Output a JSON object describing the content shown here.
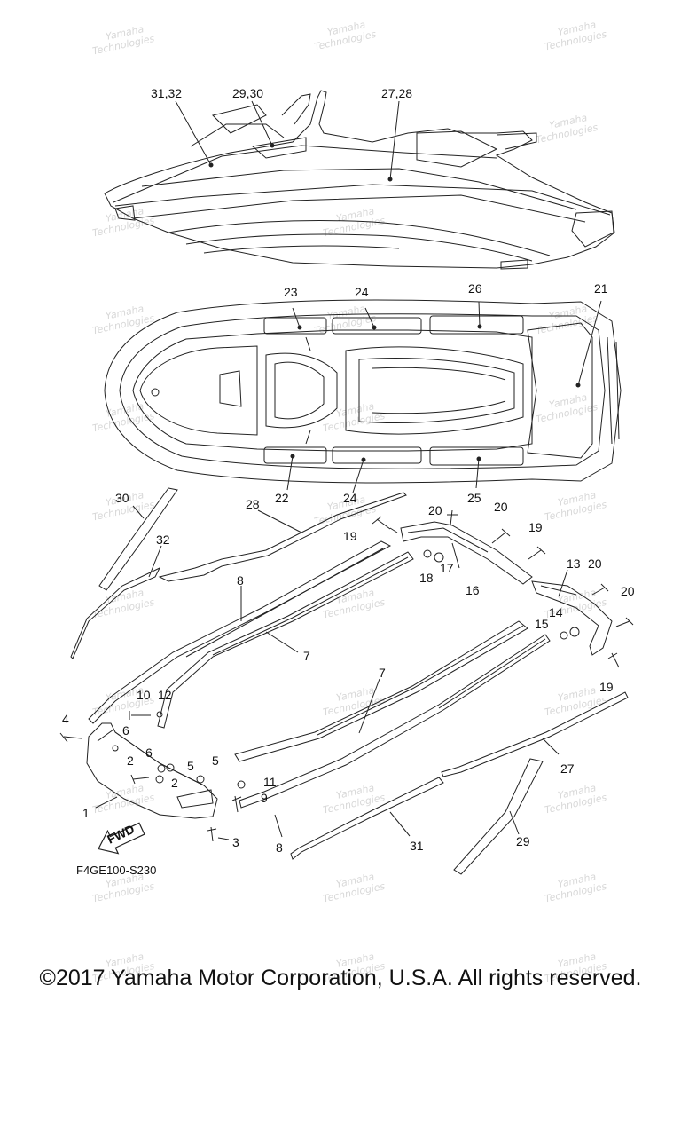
{
  "diagram": {
    "drawing_code": "F4GE100-S230",
    "fwd_label": "FWD",
    "watermark_line1": "Yamaha",
    "watermark_line2": "Technologies",
    "callouts": {
      "top_31_32": "31,32",
      "top_29_30": "29,30",
      "top_27_28": "27,28",
      "mat_23": "23",
      "mat_24_top": "24",
      "mat_26": "26",
      "mat_21": "21",
      "mat_22": "22",
      "mat_24_bottom": "24",
      "mat_25": "25",
      "p30": "30",
      "p28": "28",
      "p32": "32",
      "p8_upper": "8",
      "p7_upper": "7",
      "p20_a": "20",
      "p20_b": "20",
      "p19_a": "19",
      "p19_b": "19",
      "p18": "18",
      "p17": "17",
      "p16": "16",
      "p13": "13",
      "p20_c": "20",
      "p20_d": "20",
      "p14": "14",
      "p15": "15",
      "p19_c": "19",
      "p10": "10",
      "p12": "12",
      "p4": "4",
      "p6_a": "6",
      "p6_b": "6",
      "p2_a": "2",
      "p2_b": "2",
      "p5_a": "5",
      "p5_b": "5",
      "p7_lower": "7",
      "p11": "11",
      "p9": "9",
      "p1": "1",
      "p8_lower": "8",
      "p3": "3",
      "p31": "31",
      "p29": "29",
      "p27": "27"
    }
  },
  "footer": {
    "copyright": "©2017 Yamaha Motor Corporation, U.S.A. All rights reserved."
  }
}
